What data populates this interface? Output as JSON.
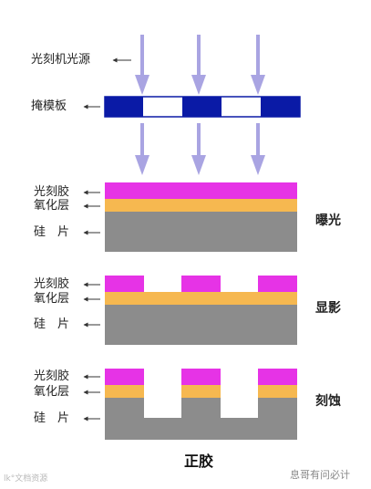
{
  "labels": {
    "light_source": "光刻机光源",
    "mask": "掩模板",
    "photoresist": "光刻胶",
    "oxide": "氧化层",
    "silicon": "硅　片"
  },
  "steps": {
    "exposure": "曝光",
    "development": "显影",
    "etching": "刻蚀"
  },
  "title": "正胶",
  "watermark_left": "lk°文档资源",
  "watermark_right": "息哥有问必计",
  "colors": {
    "arrow": "#a9a4e2",
    "mask_dark": "#0a1aa6",
    "photoresist": "#e633e6",
    "oxide": "#f6b850",
    "silicon": "#8c8c8c",
    "text": "#222222"
  }
}
